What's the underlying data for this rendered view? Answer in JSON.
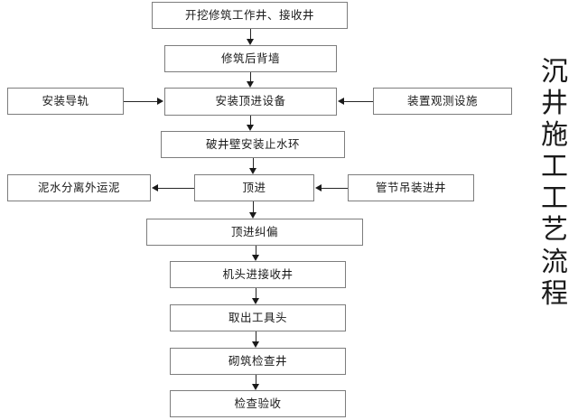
{
  "diagram": {
    "title_vertical": "沉井施工工艺流程",
    "title_chars": [
      "沉",
      "井",
      "施",
      "工",
      "工",
      "艺",
      "流",
      "程"
    ],
    "nodes": [
      {
        "id": "excavate",
        "label": "开挖修筑工作井、接收井"
      },
      {
        "id": "back_wall",
        "label": "修筑后背墙"
      },
      {
        "id": "install_rail",
        "label": "安装导轨"
      },
      {
        "id": "install_jack",
        "label": "安装顶进设备"
      },
      {
        "id": "observation",
        "label": "装置观测设施"
      },
      {
        "id": "water_ring",
        "label": "破井壁安装止水环"
      },
      {
        "id": "mud_separation",
        "label": "泥水分离外运泥"
      },
      {
        "id": "jacking",
        "label": "顶进"
      },
      {
        "id": "pipe_lowering",
        "label": "管节吊装进井"
      },
      {
        "id": "deviation_fix",
        "label": "顶进纠偏"
      },
      {
        "id": "head_receive",
        "label": "机头进接收井"
      },
      {
        "id": "remove_tool",
        "label": "取出工具头"
      },
      {
        "id": "build_manhole",
        "label": "砌筑检查井"
      },
      {
        "id": "inspection",
        "label": "检查验收"
      }
    ],
    "edges": [
      {
        "from": "excavate",
        "to": "back_wall",
        "direction": "down"
      },
      {
        "from": "back_wall",
        "to": "install_jack",
        "direction": "down"
      },
      {
        "from": "install_rail",
        "to": "install_jack",
        "direction": "right"
      },
      {
        "from": "observation",
        "to": "install_jack",
        "direction": "left"
      },
      {
        "from": "install_jack",
        "to": "water_ring",
        "direction": "down"
      },
      {
        "from": "water_ring",
        "to": "jacking",
        "direction": "down"
      },
      {
        "from": "jacking",
        "to": "mud_separation",
        "direction": "left"
      },
      {
        "from": "pipe_lowering",
        "to": "jacking",
        "direction": "left"
      },
      {
        "from": "jacking",
        "to": "deviation_fix",
        "direction": "down"
      },
      {
        "from": "deviation_fix",
        "to": "head_receive",
        "direction": "down"
      },
      {
        "from": "head_receive",
        "to": "remove_tool",
        "direction": "down"
      },
      {
        "from": "remove_tool",
        "to": "build_manhole",
        "direction": "down"
      },
      {
        "from": "build_manhole",
        "to": "inspection",
        "direction": "down"
      }
    ]
  }
}
